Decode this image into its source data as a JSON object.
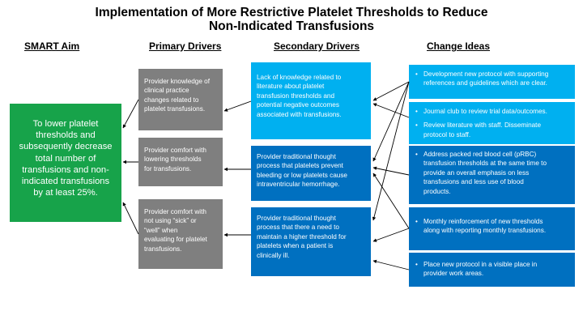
{
  "title": {
    "line1": "Implementation of More Restrictive Platelet Thresholds to Reduce",
    "line2": "Non-Indicated Transfusions"
  },
  "headers": {
    "aim": "SMART Aim",
    "primary": "Primary Drivers",
    "secondary": "Secondary Drivers",
    "change": "Change Ideas"
  },
  "aim": {
    "lines": [
      "To lower platelet",
      "thresholds and",
      "subsequently decrease",
      "total number of",
      "transfusions and non-",
      "indicated transfusions",
      "by at least 25%."
    ]
  },
  "primary_drivers": [
    {
      "lines": [
        "Provider knowledge of",
        "clinical practice",
        "changes related to",
        "platelet transfusions."
      ]
    },
    {
      "lines": [
        "Provider comfort with",
        "lowering thresholds",
        "for transfusions."
      ]
    },
    {
      "lines": [
        "Provider comfort with",
        "not using “sick” or",
        "“well” when",
        "evaluating for platelet",
        "transfusions."
      ]
    }
  ],
  "secondary_drivers": [
    {
      "lines": [
        "Lack of knowledge related to",
        "literature about platelet",
        "transfusion thresholds and",
        "potential negative outcomes",
        "associated with transfusions."
      ]
    },
    {
      "lines": [
        "Provider traditional thought",
        "process that platelets prevent",
        "bleeding or low platelets cause",
        "intraventricular hemorrhage."
      ]
    },
    {
      "lines": [
        "Provider traditional thought",
        "process that  there a need to",
        "maintain a higher threshold for",
        "platelets when a patient is",
        "clinically ill."
      ]
    }
  ],
  "change_ideas": [
    {
      "items": [
        {
          "lines": [
            "Development new protocol with supporting",
            "references and guidelines which are clear."
          ]
        }
      ]
    },
    {
      "items": [
        {
          "lines": [
            "Journal club to review trial data/outcomes."
          ]
        },
        {
          "lines": [
            "Review literature with staff. Disseminate",
            "protocol to staff."
          ]
        }
      ]
    },
    {
      "items": [
        {
          "lines": [
            "Address packed red blood cell (pRBC)",
            "transfusion thresholds at the same time to",
            "provide an overall emphasis on less",
            "transfusions and less use of blood",
            "products."
          ]
        }
      ]
    },
    {
      "items": [
        {
          "lines": [
            "Monthly reinforcement of new thresholds",
            "along with reporting monthly transfusions."
          ]
        }
      ]
    },
    {
      "items": [
        {
          "lines": [
            "Place new protocol in a visible place in",
            "provider work areas."
          ]
        }
      ]
    }
  ],
  "colors": {
    "aim": "#17a34a",
    "primary": "#7f7f7f",
    "secondary_light": "#00b0f0",
    "secondary_dark": "#0070c0",
    "change_light": "#00b0f0",
    "change_dark": "#0070c0"
  }
}
